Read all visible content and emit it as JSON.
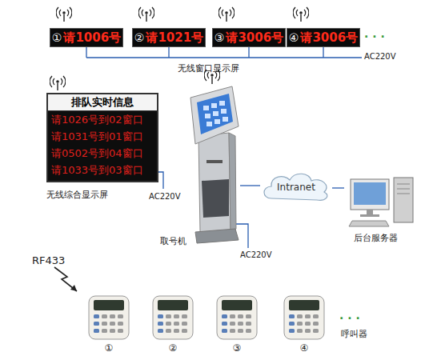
{
  "diagram": {
    "nodes": [
      {
        "text": [
          "①",
          "请1006号"
        ]
      },
      {
        "text": [
          "②",
          "请1021号"
        ]
      },
      {
        "text": [
          "③",
          "请3006号"
        ]
      },
      {
        "text": [
          "④",
          "请3006号"
        ]
      },
      {
        "text": [
          "排队实时信息",
          "请1026号到02窗口",
          "请1031号到01窗口",
          "请0502号到04窗口",
          "请1033号到03窗口"
        ]
      },
      {
        "text": [
          "取号机"
        ]
      },
      {
        "text": [
          "Intranet"
        ]
      },
      {
        "text": [
          "后台服务器"
        ]
      },
      {
        "text": [
          "①"
        ]
      },
      {
        "text": [
          "②"
        ]
      },
      {
        "text": [
          "③"
        ]
      },
      {
        "text": [
          "④"
        ]
      }
    ],
    "edges": [
      {
        "from": 5,
        "to": 6,
        "arrow": "none"
      },
      {
        "from": 6,
        "to": 7,
        "arrow": "none"
      }
    ],
    "labels": [
      "· · ·",
      "无线窗口显示屏",
      "AC220V",
      "无线综合显示屏",
      "AC220V",
      "AC220V",
      "RF433",
      "· · ·",
      "呼叫器"
    ]
  }
}
